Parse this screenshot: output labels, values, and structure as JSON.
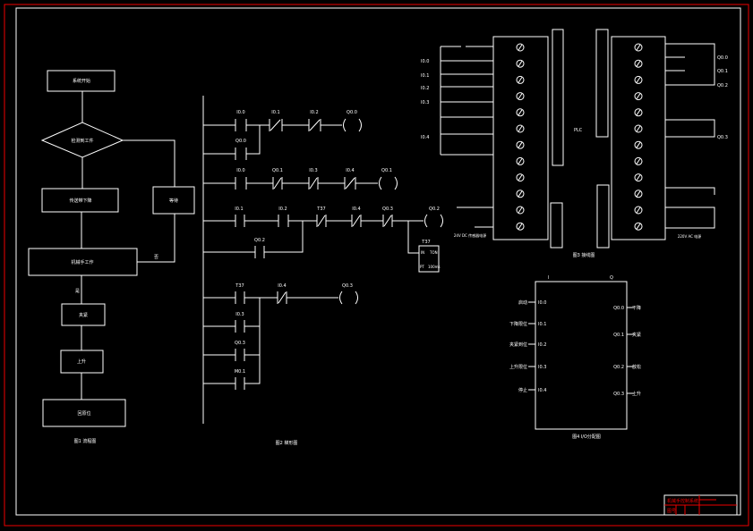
{
  "flowchart": {
    "steps": [
      "系统开始",
      "检测到工件",
      "传送带下降",
      "机械手工作",
      "夹紧",
      "上升",
      "回原位",
      "等待"
    ],
    "no_label": "否",
    "yes_label": "是",
    "caption": "图1 流程图"
  },
  "ladder": {
    "rung1": [
      "I0.0",
      "I0.1",
      "I0.2",
      "Q0.0",
      "Q0.0"
    ],
    "rung2": [
      "I0.0",
      "Q0.1",
      "I0.3",
      "I0.4",
      "Q0.1"
    ],
    "rung3": [
      "I0.1",
      "I0.2",
      "T37",
      "I0.4",
      "Q0.3",
      "Q0.2",
      "Q0.2",
      "T37",
      "IN",
      "TON",
      "PT",
      "100ms"
    ],
    "rung4": [
      "T37",
      "I0.4",
      "Q0.3",
      "I0.3",
      "Q0.3",
      "M0.1"
    ],
    "caption": "图2 梯形图"
  },
  "wiring": {
    "inputs": [
      "I0.0",
      "I0.1",
      "I0.2",
      "I0.3",
      "I0.4"
    ],
    "outputs": [
      "Q0.0",
      "Q0.1",
      "Q0.2",
      "Q0.3"
    ],
    "plc_label": "PLC",
    "power_label": "24V DC 传感器电源",
    "ac_label": "220V AC 电源",
    "caption": "图3 接线图"
  },
  "io_diagram": {
    "top_labels": [
      "I",
      "Q"
    ],
    "inputs": [
      {
        "name": "启动",
        "addr": "I0.0"
      },
      {
        "name": "下降限位",
        "addr": "I0.1"
      },
      {
        "name": "夹紧到位",
        "addr": "I0.2"
      },
      {
        "name": "上升限位",
        "addr": "I0.3"
      },
      {
        "name": "停止",
        "addr": "I0.4"
      }
    ],
    "outputs": [
      {
        "name": "下降",
        "addr": "Q0.0"
      },
      {
        "name": "夹紧",
        "addr": "Q0.1"
      },
      {
        "name": "放松",
        "addr": "Q0.2"
      },
      {
        "name": "上升",
        "addr": "Q0.3"
      }
    ],
    "caption": "图4 I/O分配图"
  },
  "title_block": {
    "title": "机械手控制系统",
    "sub": "图号"
  },
  "colors": {
    "background": "#000000",
    "lines": "#ffffff",
    "frame": "#ee0000"
  }
}
